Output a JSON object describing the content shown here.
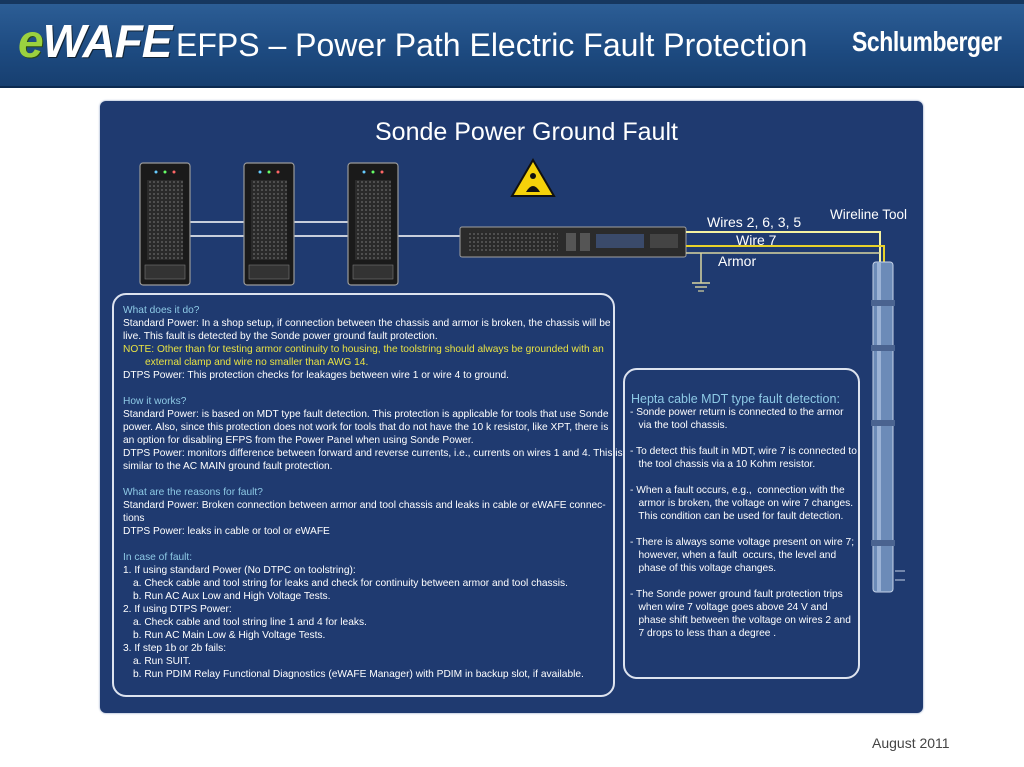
{
  "header": {
    "logo_prefix": "e",
    "logo_main": "WAFE",
    "title": "EFPS – Power Path Electric Fault Protection",
    "brand": "Schlumberger"
  },
  "diagram": {
    "title": "Sonde Power Ground Fault",
    "label_wires": "Wires 2, 6, 3, 5",
    "label_wire7": "Wire 7",
    "label_armor": "Armor",
    "label_tool": "Wireline Tool",
    "warning_icon": "warning-person-icon",
    "wire_colors": {
      "wires": "#f5f2a0",
      "wire7": "#e8d22a",
      "armor": "#d9d4a0"
    }
  },
  "left_box": {
    "lines": [
      {
        "t": "What does it do?",
        "c": "cy"
      },
      {
        "t": "Standard Power: In a shop setup, if connection between the chassis and armor is broken, the chassis will be",
        "c": ""
      },
      {
        "t": "live.  This fault is detected by the Sonde power ground fault protection.",
        "c": ""
      },
      {
        "t": "NOTE: Other than for testing armor continuity to housing, the toolstring should always be grounded with an",
        "c": "yl"
      },
      {
        "t": "external clamp and wire no smaller than AWG 14.",
        "c": "yl ind"
      },
      {
        "t": " DTPS Power: This protection checks for leakages between wire 1 or wire 4 to ground.",
        "c": ""
      },
      {
        "t": "",
        "c": ""
      },
      {
        "t": "How it works?",
        "c": "cy"
      },
      {
        "t": "Standard Power:  is based on MDT type fault detection. This protection is applicable for tools that use Sonde",
        "c": ""
      },
      {
        "t": "power. Also, since this protection does not work for tools that do not have the 10 k resistor, like XPT, there is",
        "c": ""
      },
      {
        "t": "an option for disabling EFPS from the Power Panel when using Sonde Power.",
        "c": ""
      },
      {
        "t": "DTPS Power:  monitors difference between forward and reverse currents, i.e., currents on wires 1 and 4. This is",
        "c": ""
      },
      {
        "t": "similar to the AC MAIN ground fault protection.",
        "c": ""
      },
      {
        "t": "",
        "c": ""
      },
      {
        "t": "What are the reasons for fault?",
        "c": "cy"
      },
      {
        "t": "Standard Power:  Broken connection between armor and tool chassis and leaks in cable or eWAFE connec-",
        "c": ""
      },
      {
        "t": "tions",
        "c": ""
      },
      {
        "t": "DTPS Power:  leaks in cable or tool or eWAFE",
        "c": ""
      },
      {
        "t": "",
        "c": ""
      },
      {
        "t": "In case of fault:",
        "c": "cy"
      },
      {
        "t": "1. If using standard Power (No DTPC on toolstring):",
        "c": ""
      },
      {
        "t": "a. Check cable and tool string for leaks and check for continuity between armor and tool chassis.",
        "c": "ind2"
      },
      {
        "t": "b. Run AC Aux Low and High Voltage Tests.",
        "c": "ind2"
      },
      {
        "t": "2. If using DTPS Power:",
        "c": ""
      },
      {
        "t": "a. Check cable and tool string line 1 and 4 for leaks.",
        "c": "ind2"
      },
      {
        "t": "b. Run AC Main Low & High Voltage Tests.",
        "c": "ind2"
      },
      {
        "t": "3. If step 1b or 2b fails:",
        "c": ""
      },
      {
        "t": "a. Run SUIT.",
        "c": "ind2"
      },
      {
        "t": "b. Run PDIM Relay Functional Diagnostics (eWAFE Manager) with PDIM in backup slot, if available.",
        "c": "ind2"
      }
    ]
  },
  "right_box": {
    "title": "Hepta cable MDT type fault detection:",
    "lines": [
      "- Sonde power return is connected to the armor",
      "   via the tool chassis.",
      "",
      "- To detect this fault in MDT, wire 7 is connected to",
      "   the tool chassis via a 10 Kohm resistor.",
      "",
      "- When a fault occurs, e.g.,  connection with the",
      "   armor is broken, the voltage on wire 7 changes.",
      "   This condition can be used for fault detection.",
      "",
      "- There is always some voltage present on wire 7;",
      "   however, when a fault  occurs, the level and",
      "   phase of this voltage changes.",
      "",
      "- The Sonde power ground fault protection trips",
      "   when wire 7 voltage goes above 24 V and",
      "   phase shift between the voltage on wires 2 and",
      "   7 drops to less than a degree ."
    ]
  },
  "footer": {
    "date": "August 2011"
  }
}
